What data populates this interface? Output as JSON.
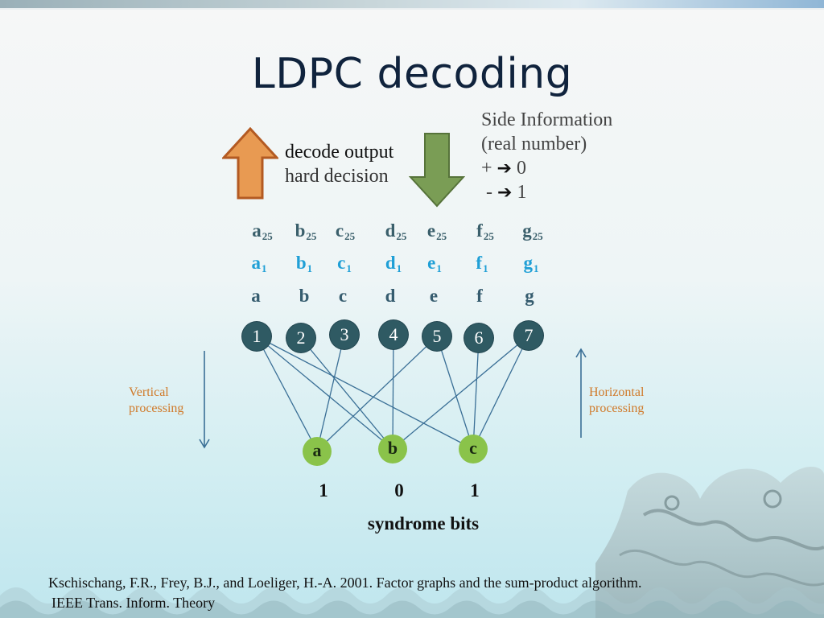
{
  "slide": {
    "title": "LDPC decoding"
  },
  "decode": {
    "line1": "decode output",
    "line2": "hard decision"
  },
  "side_info": {
    "line1": "Side Information",
    "line2": "(real number)",
    "line3_sign": "+",
    "line3_value": "0",
    "line4_sign": "-",
    "line4_value": "1"
  },
  "variables": {
    "letters": [
      "a",
      "b",
      "c",
      "d",
      "e",
      "f",
      "g"
    ],
    "sub_top": "25",
    "sub_mid": "1"
  },
  "var_nodes": [
    "1",
    "2",
    "3",
    "4",
    "5",
    "6",
    "7"
  ],
  "check_nodes": [
    "a",
    "b",
    "c"
  ],
  "syndrome": {
    "values": [
      "1",
      "0",
      "1"
    ],
    "label": "syndrome bits"
  },
  "processing": {
    "vertical_line1": "Vertical",
    "vertical_line2": "processing",
    "horizontal_line1": "Horizontal",
    "horizontal_line2": "processing"
  },
  "reference": {
    "line1": "Kschischang, F.R., Frey, B.J., and Loeliger, H.-A. 2001. Factor graphs and the sum-product algorithm.",
    "line2": "IEEE Trans. Inform. Theory"
  },
  "colors": {
    "up_arrow": "#e89a52",
    "down_arrow": "#7a9d55",
    "var_node": "#2f5a63",
    "check_node": "#8ac34a",
    "edge": "#3a6f96",
    "processing_text": "#d07a2a"
  },
  "icons": {
    "up": "orange-up-arrow-icon",
    "down": "green-down-arrow-icon",
    "right": "bold-right-arrow-icon"
  }
}
